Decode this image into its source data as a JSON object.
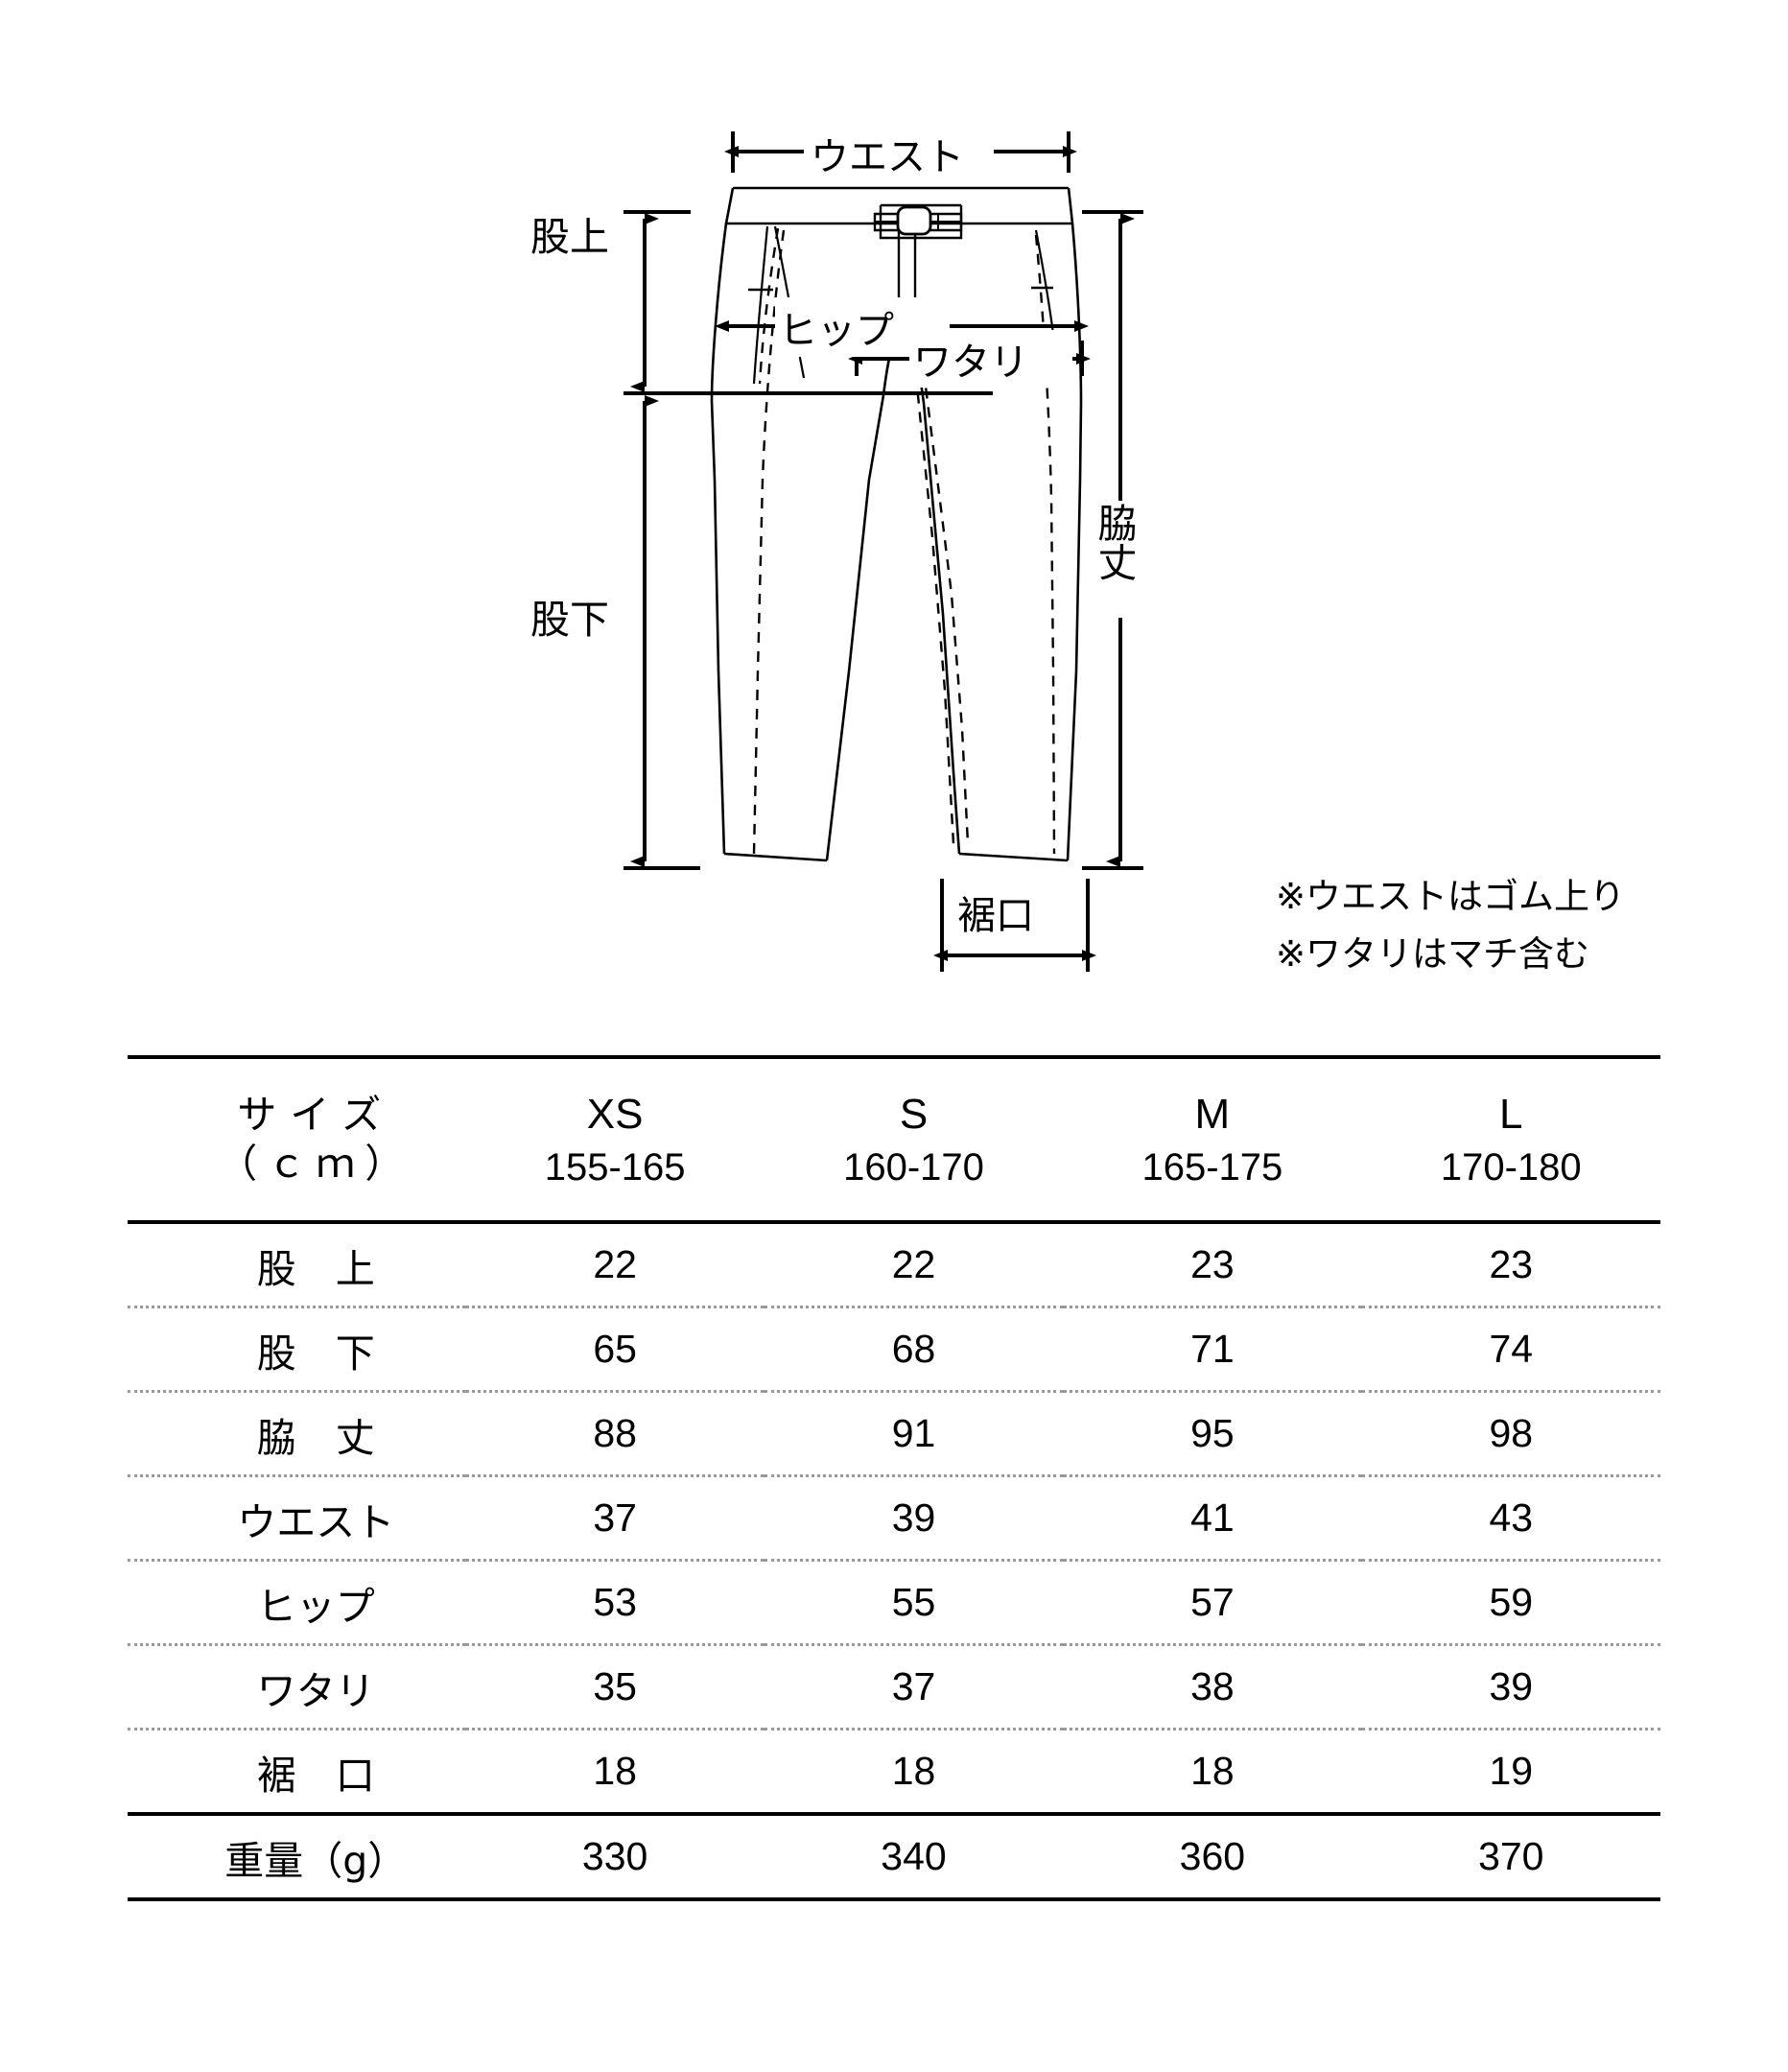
{
  "diagram": {
    "labels": {
      "waist": "ウエスト",
      "rise": "股上",
      "hip": "ヒップ",
      "thigh": "ワタリ",
      "inseam": "股下",
      "side_length": "脇丈",
      "hem_opening": "裾口"
    },
    "icons": {
      "pants": "pants-technical-drawing-icon",
      "buckle": "belt-buckle-icon"
    }
  },
  "notes": [
    "※ウエストはゴム上り",
    "※ワタリはマチ含む"
  ],
  "chart_data": {
    "type": "table",
    "title": "サイズ（ｃｍ）",
    "header_label_name": "サイズ",
    "header_label_unit": "（ｃｍ）",
    "categories": [
      "XS",
      "S",
      "M",
      "L"
    ],
    "category_ranges": [
      "155-165",
      "160-170",
      "165-175",
      "170-180"
    ],
    "row_labels": [
      "股　上",
      "股　下",
      "脇　丈",
      "ウエスト",
      "ヒップ",
      "ワタリ",
      "裾　口",
      "重量（g）"
    ],
    "series": [
      {
        "name": "股　上",
        "values": [
          "22",
          "22",
          "23",
          "23"
        ]
      },
      {
        "name": "股　下",
        "values": [
          "65",
          "68",
          "71",
          "74"
        ]
      },
      {
        "name": "脇　丈",
        "values": [
          "88",
          "91",
          "95",
          "98"
        ]
      },
      {
        "name": "ウエスト",
        "values": [
          "37",
          "39",
          "41",
          "43"
        ]
      },
      {
        "name": "ヒップ",
        "values": [
          "53",
          "55",
          "57",
          "59"
        ]
      },
      {
        "name": "ワタリ",
        "values": [
          "35",
          "37",
          "38",
          "39"
        ]
      },
      {
        "name": "裾　口",
        "values": [
          "18",
          "18",
          "18",
          "19"
        ]
      },
      {
        "name": "重量（g）",
        "values": [
          "330",
          "340",
          "360",
          "370"
        ]
      }
    ],
    "notes": [
      "※ウエストはゴム上り",
      "※ワタリはマチ含む"
    ],
    "grid": false,
    "legend": "none"
  },
  "table": {
    "header": {
      "label_name": "サイズ",
      "label_unit": "（ｃｍ）",
      "sizes": [
        {
          "name": "XS",
          "range": "155-165"
        },
        {
          "name": "S",
          "range": "160-170"
        },
        {
          "name": "M",
          "range": "165-175"
        },
        {
          "name": "L",
          "range": "170-180"
        }
      ]
    },
    "rows": [
      {
        "label": "股　上",
        "values": [
          "22",
          "22",
          "23",
          "23"
        ]
      },
      {
        "label": "股　下",
        "values": [
          "65",
          "68",
          "71",
          "74"
        ]
      },
      {
        "label": "脇　丈",
        "values": [
          "88",
          "91",
          "95",
          "98"
        ]
      },
      {
        "label": "ウエスト",
        "values": [
          "37",
          "39",
          "41",
          "43"
        ]
      },
      {
        "label": "ヒップ",
        "values": [
          "53",
          "55",
          "57",
          "59"
        ]
      },
      {
        "label": "ワタリ",
        "values": [
          "35",
          "37",
          "38",
          "39"
        ]
      },
      {
        "label": "裾　口",
        "values": [
          "18",
          "18",
          "18",
          "19"
        ]
      }
    ],
    "weight_row": {
      "label": "重量（g）",
      "values": [
        "330",
        "340",
        "360",
        "370"
      ]
    }
  },
  "colors": {
    "ink": "#000000",
    "background": "#ffffff",
    "separator": "#9a9a9a"
  }
}
